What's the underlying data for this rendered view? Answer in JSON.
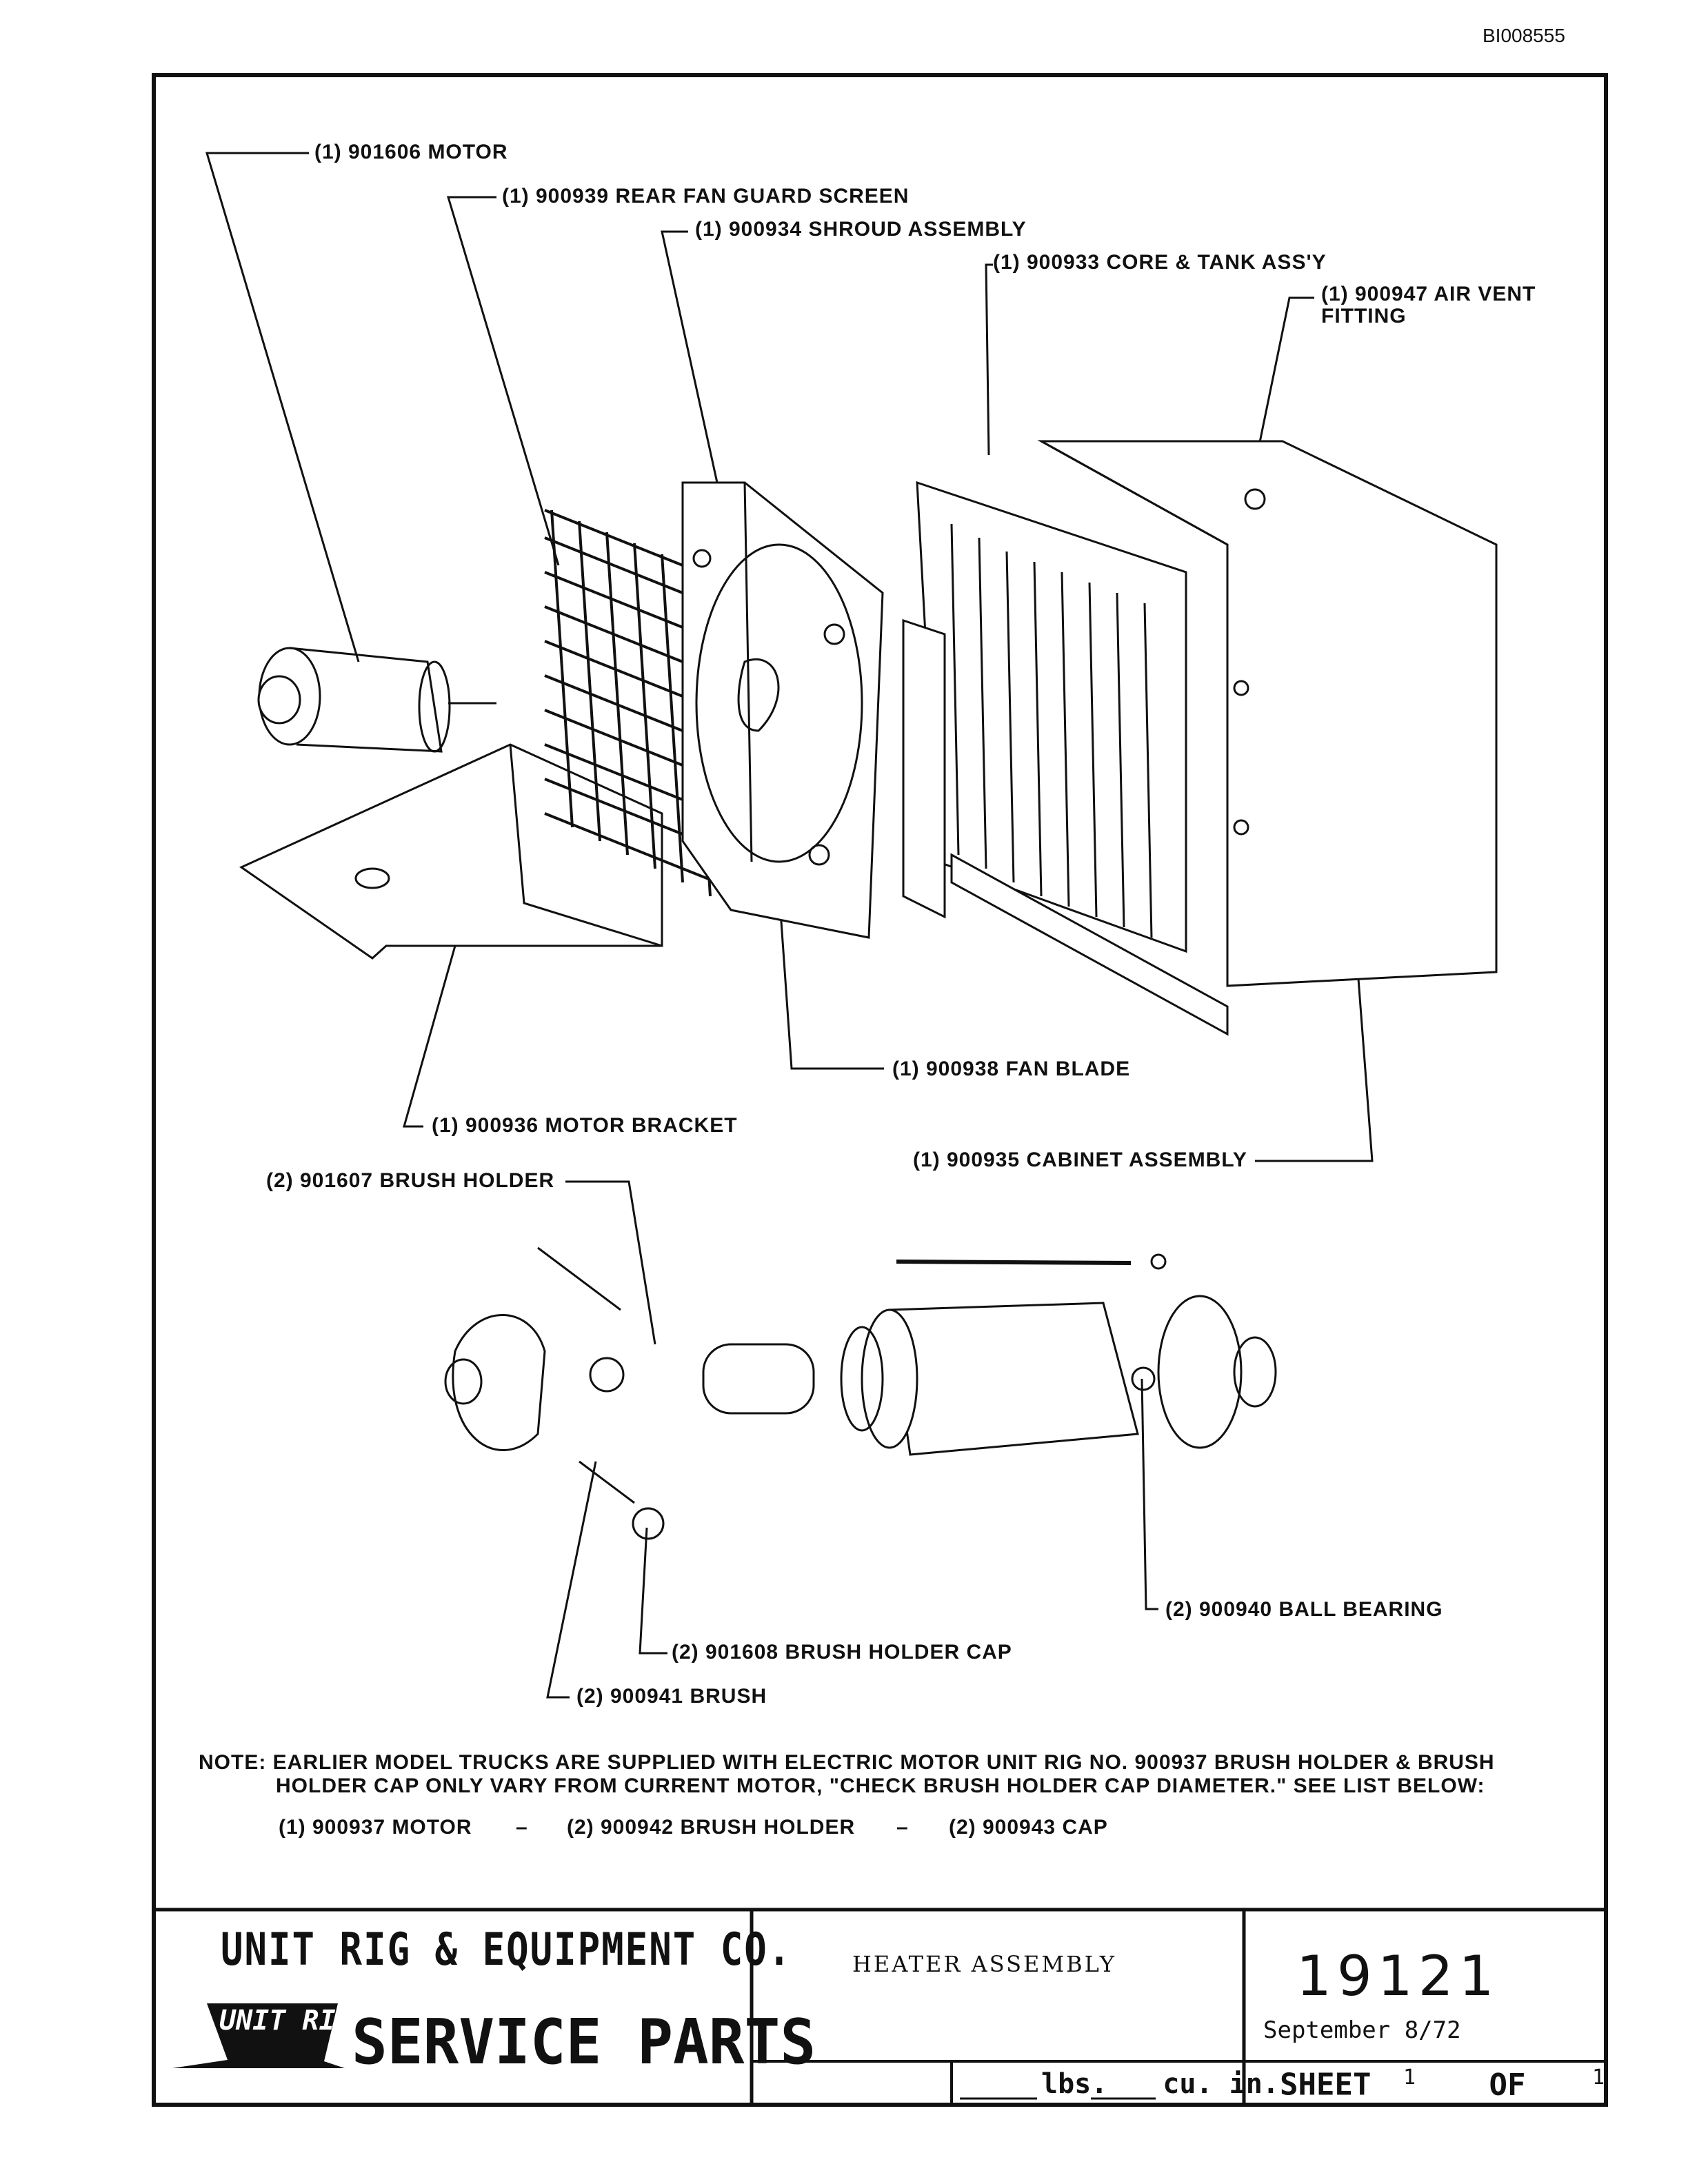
{
  "document_id": "BI008555",
  "callouts": {
    "motor": "(1) 901606 MOTOR",
    "rear_fan_guard_screen": "(1) 900939 REAR FAN GUARD SCREEN",
    "shroud_assembly": "(1) 900934 SHROUD ASSEMBLY",
    "core_tank": "(1) 900933 CORE & TANK ASS'Y",
    "air_vent_line1": "(1) 900947 AIR VENT",
    "air_vent_line2": "FITTING",
    "fan_blade": "(1) 900938 FAN BLADE",
    "motor_bracket": "(1) 900936 MOTOR BRACKET",
    "cabinet_assembly": "(1) 900935 CABINET ASSEMBLY",
    "brush_holder": "(2) 901607 BRUSH HOLDER",
    "ball_bearing": "(2) 900940 BALL BEARING",
    "brush_holder_cap": "(2) 901608 BRUSH HOLDER CAP",
    "brush": "(2) 900941 BRUSH"
  },
  "note": {
    "line1": "NOTE: EARLIER MODEL TRUCKS ARE SUPPLIED WITH ELECTRIC MOTOR UNIT RIG NO. 900937 BRUSH HOLDER & BRUSH",
    "line2": "HOLDER CAP ONLY VARY FROM CURRENT MOTOR, \"CHECK BRUSH HOLDER CAP DIAMETER.\" SEE LIST BELOW:",
    "items": [
      "(1) 900937 MOTOR",
      "(2) 900942 BRUSH HOLDER",
      "(2) 900943 CAP"
    ],
    "separator": "–"
  },
  "title_block": {
    "company": "UNIT RIG & EQUIPMENT CO.",
    "service_parts": "SERVICE PARTS",
    "logo_text": "UNIT RIG",
    "title": "HEATER ASSEMBLY",
    "drawing_number": "19121",
    "date": "September 8/72",
    "weight_label": "lbs.",
    "volume_label": "cu. in.",
    "sheet_label": "SHEET",
    "sheet_number": "1",
    "of_label": "OF",
    "sheet_total": "1"
  }
}
